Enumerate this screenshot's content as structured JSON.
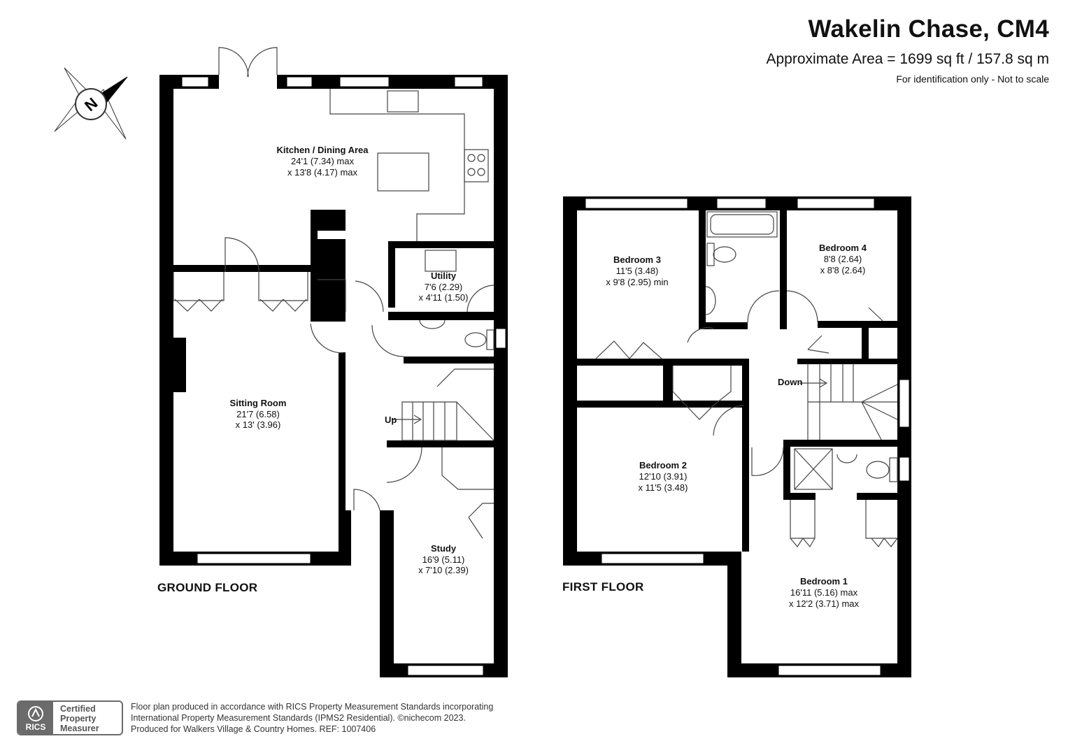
{
  "header": {
    "title": "Wakelin Chase, CM4",
    "area": "Approximate Area = 1699 sq ft / 157.8 sq m",
    "note": "For identification only - Not to scale"
  },
  "compass": {
    "letter": "N",
    "icon": "compass-icon"
  },
  "floors": {
    "ground": {
      "label": "GROUND FLOOR",
      "rooms": {
        "kitchen": {
          "name": "Kitchen / Dining Area",
          "dim1": "24'1 (7.34) max",
          "dim2": "x 13'8 (4.17) max"
        },
        "utility": {
          "name": "Utility",
          "dim1": "7'6 (2.29)",
          "dim2": "x 4'11 (1.50)"
        },
        "sitting": {
          "name": "Sitting Room",
          "dim1": "21'7 (6.58)",
          "dim2": "x 13' (3.96)"
        },
        "study": {
          "name": "Study",
          "dim1": "16'9 (5.11)",
          "dim2": "x 7'10 (2.39)"
        }
      },
      "stairs_label": "Up"
    },
    "first": {
      "label": "FIRST FLOOR",
      "rooms": {
        "bed3": {
          "name": "Bedroom 3",
          "dim1": "11'5 (3.48)",
          "dim2": "x 9'8 (2.95) min"
        },
        "bed4": {
          "name": "Bedroom 4",
          "dim1": "8'8 (2.64)",
          "dim2": "x 8'8 (2.64)"
        },
        "bed2": {
          "name": "Bedroom 2",
          "dim1": "12'10 (3.91)",
          "dim2": "x 11'5 (3.48)"
        },
        "bed1": {
          "name": "Bedroom 1",
          "dim1": "16'11 (5.16) max",
          "dim2": "x 12'2 (3.71) max"
        }
      },
      "stairs_label": "Down"
    }
  },
  "badge": {
    "org": "RICS",
    "line1": "Certified",
    "line2": "Property",
    "line3": "Measurer"
  },
  "footer": {
    "line1": "Floor plan produced in accordance with RICS Property Measurement Standards incorporating",
    "line2": "International Property Measurement Standards (IPMS2 Residential).  ©nichecom 2023.",
    "line3": "Produced for Walkers Village & Country Homes.   REF:  1007406"
  },
  "colors": {
    "wall": "#000000",
    "fixture": "#444444",
    "badge": "#6b6b6b"
  }
}
